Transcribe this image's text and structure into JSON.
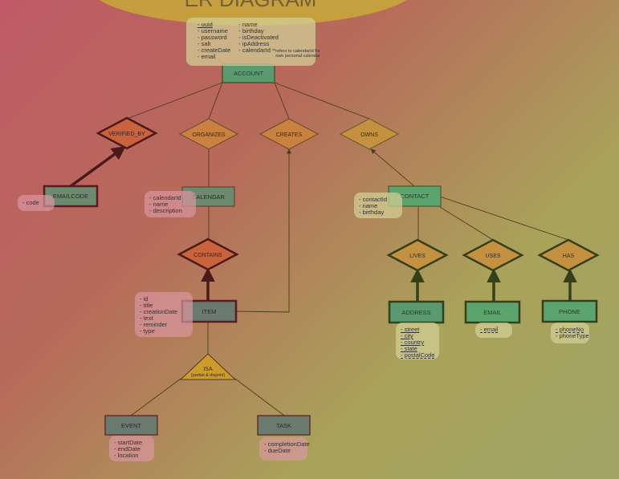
{
  "title": "ER DIAGRAM",
  "colors": {
    "entity_fill": "#5b9a6e",
    "entity_border_dark": "#5a1a22",
    "entity_border_green": "#3e4a1f",
    "rel_fill_red": "#c9633e",
    "rel_fill_orange": "#c8813e",
    "rel_fill_amber": "#c49140",
    "isa_fill": "#cf9a2c",
    "line": "#4a3d1f"
  },
  "entities": {
    "account": "ACCOUNT",
    "emailcode": "EMAILCODE",
    "calendar": "CALENDAR",
    "contact": "CONTACT",
    "item": "ITEM",
    "address": "ADDRESS",
    "email": "EMAIL",
    "phone": "PHONE",
    "event": "EVENT",
    "task": "TASK"
  },
  "relationships": {
    "verified_by": "VERIFIED_BY",
    "organizes": "ORGANIZES",
    "creates": "CREATES",
    "owns": "OWNS",
    "contains": "CONTAINS",
    "lives": "LIVES",
    "uses": "USES",
    "has": "HAS"
  },
  "isa": {
    "label": "ISA",
    "sub": "(partial & disjoint)"
  },
  "attributes": {
    "account_left": [
      "- uuid",
      "- username",
      "- password",
      "- salt",
      "- createDate",
      "- email"
    ],
    "account_right": [
      "- name",
      "- birthday",
      "- isDeactivated",
      "- ipAddress",
      "- calendarId"
    ],
    "account_note_line1": "**refers to calendarId for",
    "account_note_line2": "own personal calendar",
    "emailcode": [
      "- code"
    ],
    "calendar": [
      "- calendarId",
      "- name",
      "- description"
    ],
    "contact": [
      "- contactId",
      "- name",
      "- birthday"
    ],
    "item": [
      "- id",
      "- title",
      "- creationDate",
      "- text",
      "- reminder",
      "- type"
    ],
    "address": [
      "- street",
      "- city",
      "- country",
      "- state",
      "- postalCode"
    ],
    "email": [
      "- email"
    ],
    "phone": [
      "- phoneNo",
      "- phoneType"
    ],
    "event": [
      "- startDate",
      "- endDate",
      "- location"
    ],
    "task": [
      "- completionDate",
      "- dueDate"
    ]
  }
}
